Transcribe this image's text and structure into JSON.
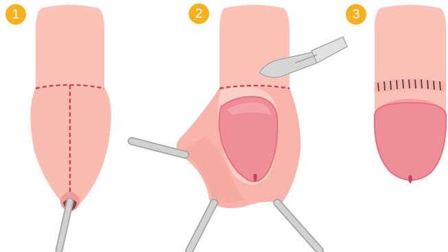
{
  "steps": [
    {
      "number": "1"
    },
    {
      "number": "2"
    },
    {
      "number": "3"
    }
  ],
  "colors": {
    "badge": "#F5B21E",
    "skin": "#FCC2B8",
    "skin_shadow": "#F6A79D",
    "glans": "#F08E98",
    "glans_edge": "#E5707E",
    "incision_line": "#C9435A",
    "suture": "#4A3C47",
    "instrument": "#CFCFCF",
    "instrument_edge": "#A9A9A9"
  }
}
